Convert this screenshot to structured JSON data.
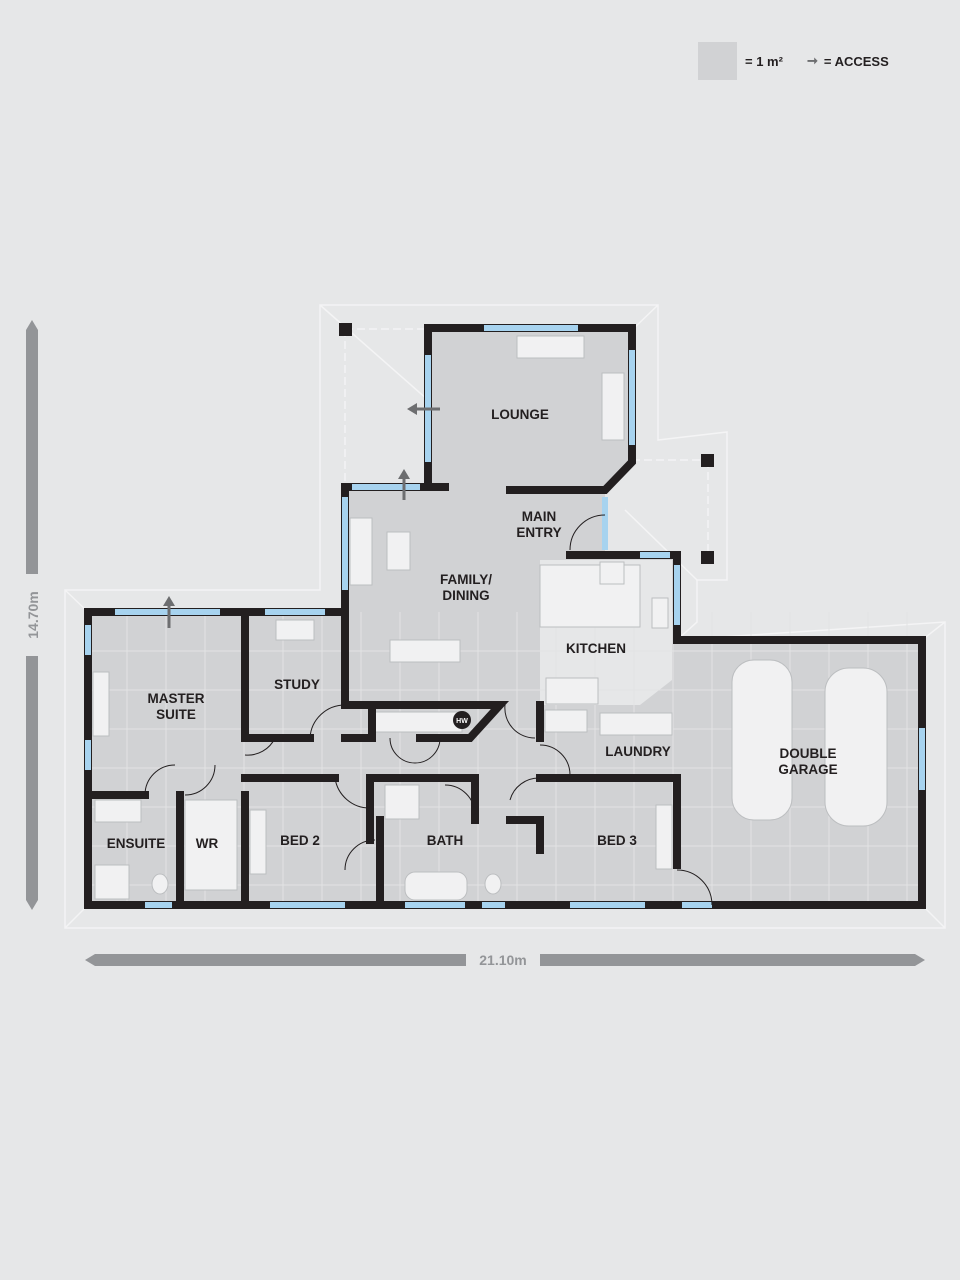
{
  "legend": {
    "square_label": "= 1 m²",
    "access_label": "= ACCESS"
  },
  "dimensions": {
    "height": "14.70m",
    "width": "21.10m"
  },
  "rooms": {
    "lounge": "LOUNGE",
    "main_entry_1": "MAIN",
    "main_entry_2": "ENTRY",
    "family_1": "FAMILY/",
    "family_2": "DINING",
    "kitchen": "KITCHEN",
    "master_1": "MASTER",
    "master_2": "SUITE",
    "study": "STUDY",
    "laundry": "LAUNDRY",
    "garage_1": "DOUBLE",
    "garage_2": "GARAGE",
    "ensuite": "ENSUITE",
    "wr": "WR",
    "bed2": "BED 2",
    "bath": "BATH",
    "bed3": "BED 3",
    "hot_water": "HW"
  },
  "colors": {
    "background": "#e6e7e8",
    "floor": "#d1d2d4",
    "wall": "#231f20",
    "window": "#a7d3ef"
  }
}
